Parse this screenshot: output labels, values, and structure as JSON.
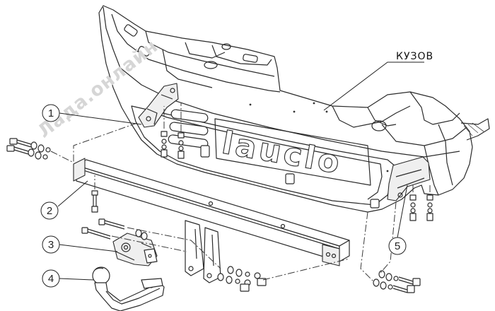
{
  "diagram": {
    "body_label": "КУЗОВ",
    "watermark": "Лада.онлайн",
    "emblem_text": "lauclo",
    "callouts": [
      "1",
      "2",
      "3",
      "4",
      "5"
    ]
  }
}
